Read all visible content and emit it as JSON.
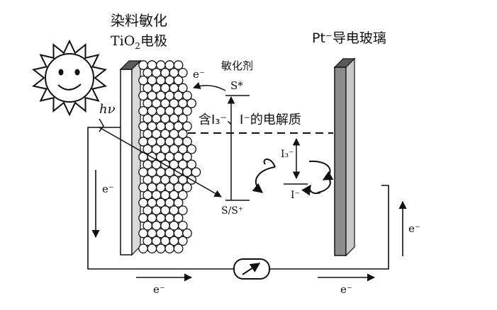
{
  "labels": {
    "anode_line1": "染料敏化",
    "anode_line2_prefix": "TiO",
    "anode_line2_sub": "2",
    "anode_line2_suffix": "电极",
    "cathode_title": "Pt⁻导电玻璃",
    "sensitizer": "敏化剂",
    "excited_state": "S*",
    "ground_state": "S/S⁺",
    "electrolyte": "含I₃⁻、I⁻的电解质",
    "hv": "hν",
    "i3": "I₃⁻",
    "iminus": "I⁻",
    "e_top": "e⁻",
    "e_left": "e⁻",
    "e_bottom_left": "e⁻",
    "e_bottom_right": "e⁻",
    "e_right": "e⁻"
  },
  "colors": {
    "line": "#111111",
    "electrode_face": "#8c8c8c",
    "electrode_side": "#c8c8c8",
    "electrode_top": "#5a5a5a"
  }
}
